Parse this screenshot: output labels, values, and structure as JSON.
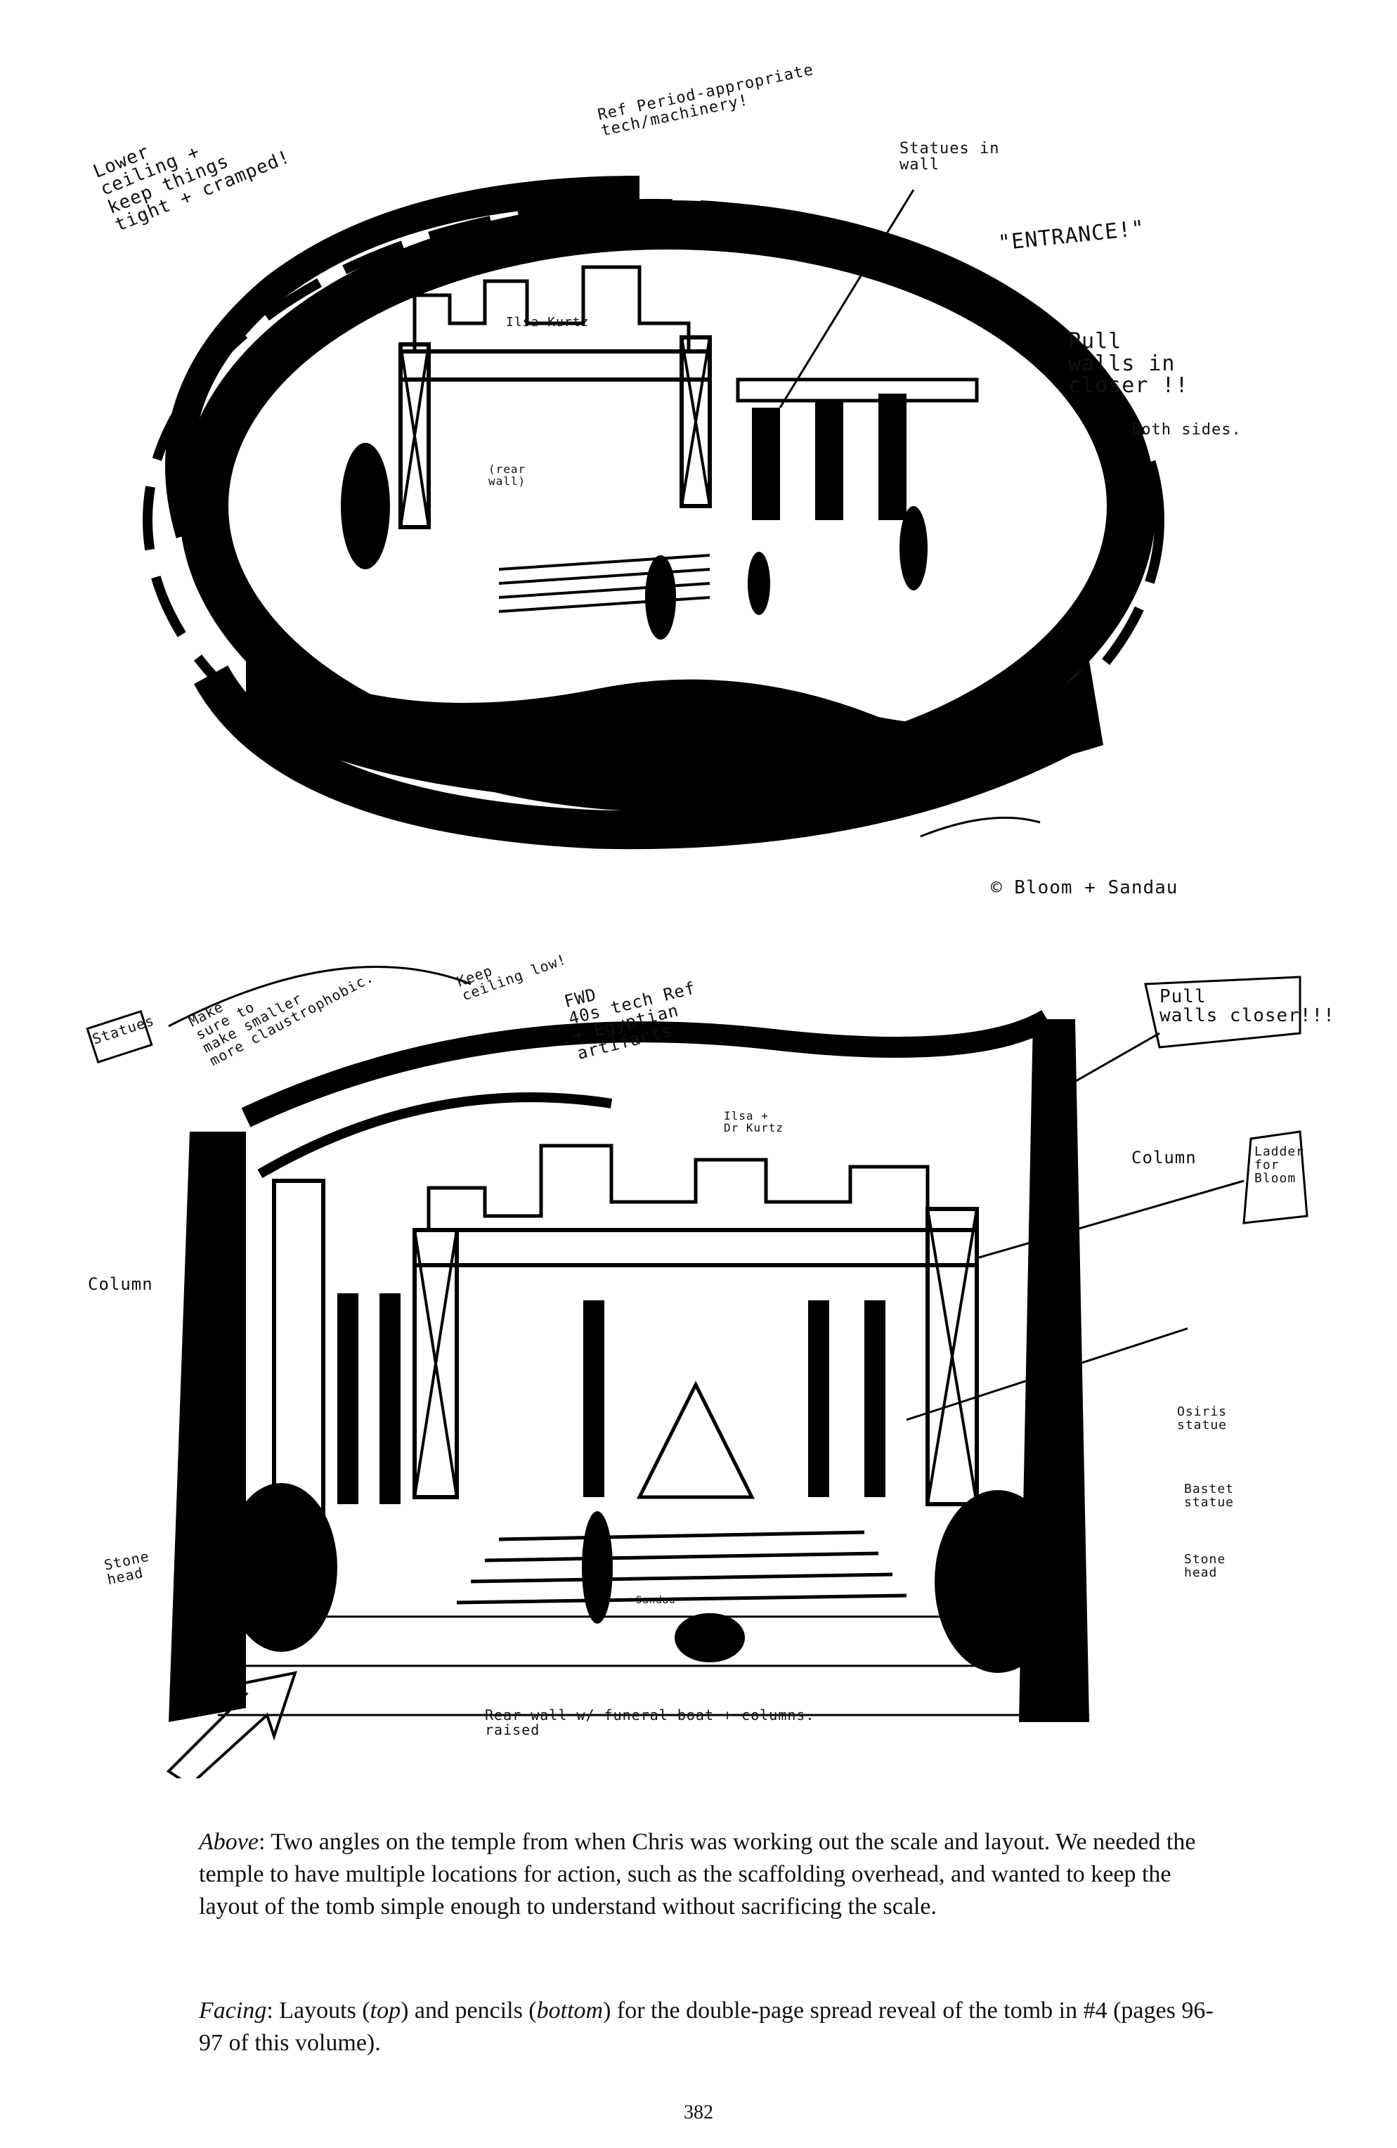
{
  "top_sketch": {
    "notes": {
      "n1": "Lower\nceiling +\nkeep things\ntight + cramped!",
      "n2": "Ref Period-appropriate\ntech/machinery!",
      "n3": "Statues in\nwall",
      "n4": "\"ENTRANCE!\"",
      "n5": "Pull\nwalls in\ncloser !!",
      "n6": "Both sides.",
      "n7": "Ilsa Kurtz",
      "n8": "(rear\nwall)",
      "n9": "© Bloom + Sandau"
    }
  },
  "bottom_sketch": {
    "notes": {
      "n1": "Statues",
      "n2": "Make\nsure to\nmake smaller\nmore claustrophobic.",
      "n3": "Keep\nceiling low!",
      "n4": "FWD\n40s tech Ref\n+ Egyptian\nartifacts",
      "n5": "Ilsa +\nDr Kurtz",
      "n6": "Pull\nwalls closer!!!",
      "n7": "Column",
      "n8": "Column",
      "n9": "Ladder\nfor\nBloom",
      "n10": "Osiris\nstatue",
      "n11": "Bastet\nstatue",
      "n12": "Stone\nhead",
      "n13": "Stone\nhead",
      "n14": "Sandau",
      "n15": "Rear wall w/ funeral boat + columns.\nraised"
    }
  },
  "captions": {
    "above_label": "Above",
    "above_text": ": Two angles on the temple from when Chris was working out the scale and layout. We needed the temple to have multiple locations for action, such as the scaffolding overhead, and wanted to keep the layout of the tomb simple enough to understand without sacrificing the scale.",
    "facing_label": "Facing",
    "facing_text_1": ": Layouts (",
    "facing_top": "top",
    "facing_text_2": ") and pencils (",
    "facing_bottom": "bottom",
    "facing_text_3": ") for the double-page spread reveal of the tomb in #4 (pages 96-97 of this volume)."
  },
  "page_number": "382"
}
